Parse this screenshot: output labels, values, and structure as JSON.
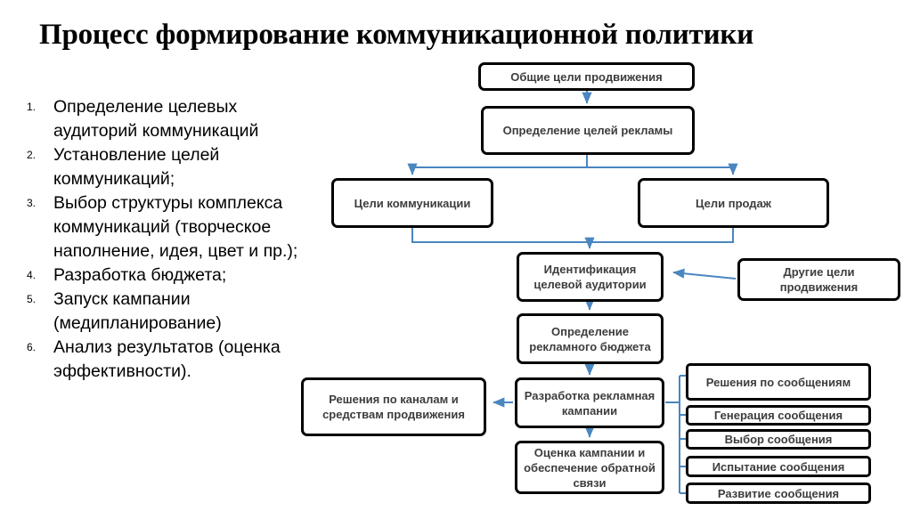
{
  "slide": {
    "title": "Процесс формирование коммуникационной политики",
    "background_color": "#ffffff",
    "arrow_color": "#4a86c0",
    "box_border_color": "#000000",
    "box_text_color": "#3d3d3d"
  },
  "list": {
    "items": [
      {
        "number": "1.",
        "text": "Определение целевых аудиторий коммуникаций"
      },
      {
        "number": "2.",
        "text": "Установление целей коммуникаций;"
      },
      {
        "number": "3.",
        "text": "Выбор структуры комплекса коммуникаций (творческое наполнение, идея, цвет и пр.);"
      },
      {
        "number": "4.",
        "text": "Разработка бюджета;"
      },
      {
        "number": "5.",
        "text": "Запуск кампании (медипланирование)"
      },
      {
        "number": "6.",
        "text": "Анализ результатов (оценка эффективности)."
      }
    ]
  },
  "flowchart": {
    "nodes": [
      {
        "id": "general-goals",
        "label": "Общие цели продвижения"
      },
      {
        "id": "ad-goals",
        "label": "Определение целей рекламы"
      },
      {
        "id": "communication-goals",
        "label": "Цели коммуникации"
      },
      {
        "id": "sales-goals",
        "label": "Цели продаж"
      },
      {
        "id": "audience-id",
        "label": "Идентификация целевой аудитории"
      },
      {
        "id": "other-goals",
        "label": "Другие цели продвижения"
      },
      {
        "id": "ad-budget",
        "label": "Определение рекламного бюджета"
      },
      {
        "id": "channel-decisions",
        "label": "Решения по каналам и средствам продвижения"
      },
      {
        "id": "campaign-dev",
        "label": "Разработка рекламная кампании"
      },
      {
        "id": "campaign-eval",
        "label": "Оценка кампании и обеспечение обратной связи"
      },
      {
        "id": "message-decisions",
        "label": "Решения по сообщениям"
      },
      {
        "id": "message-generation",
        "label": "Генерация сообщения"
      },
      {
        "id": "message-selection",
        "label": "Выбор сообщения"
      },
      {
        "id": "message-testing",
        "label": "Испытание сообщения"
      },
      {
        "id": "message-development",
        "label": "Развитие сообщения"
      }
    ]
  }
}
